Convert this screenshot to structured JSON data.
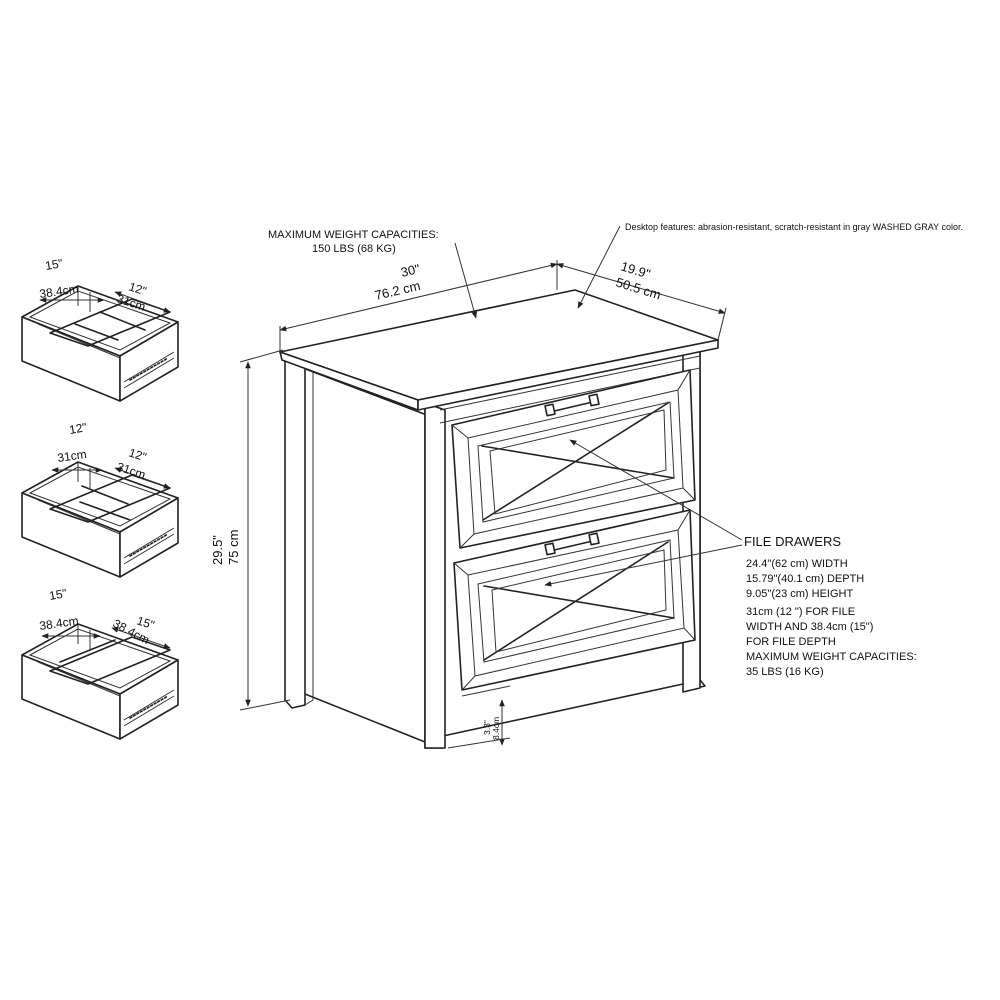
{
  "notes": {
    "top_capacity": [
      "MAXIMUM WEIGHT CAPACITIES:",
      "150 LBS (68 KG)"
    ],
    "desktop_features": "Desktop features: abrasion-resistant, scratch-resistant in gray WASHED GRAY color."
  },
  "dimensions": {
    "width_in": "30\"",
    "width_cm": "76.2  cm",
    "depth_in": "19.9\"",
    "depth_cm": "50.5  cm",
    "height_in": "29.5\"",
    "height_cm": "75  cm",
    "clearance_in": "3.3\"",
    "clearance_cm": "8.4cm"
  },
  "file_drawers": {
    "title": "FILE DRAWERS",
    "lines": [
      "24.4\"(62 cm) WIDTH",
      "15.79\"(40.1 cm) DEPTH",
      "9.05\"(23 cm) HEIGHT",
      "31cm (12 \") FOR FILE",
      "WIDTH AND 38.4cm (15\")",
      "FOR FILE DEPTH",
      "MAXIMUM WEIGHT CAPACITIES:",
      "35 LBS (16 KG)"
    ]
  },
  "drawer_configs": [
    {
      "left_in": "15\"",
      "left_cm": "38.4cm",
      "right_in": "12\"",
      "right_cm": "31cm"
    },
    {
      "left_in": "12\"",
      "left_cm": "31cm",
      "right_in": "12\"",
      "right_cm": "31cm"
    },
    {
      "left_in": "15\"",
      "left_cm": "38.4cm",
      "right_in": "15\"",
      "right_cm": "38.4cm"
    }
  ]
}
